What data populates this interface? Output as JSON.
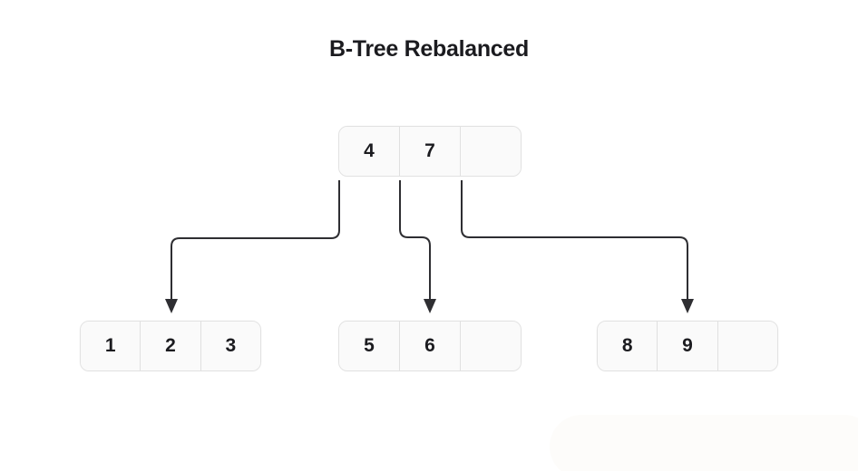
{
  "title": "B-Tree Rebalanced",
  "tree": {
    "root": {
      "keys": [
        "4",
        "7",
        ""
      ]
    },
    "children": [
      {
        "keys": [
          "1",
          "2",
          "3"
        ]
      },
      {
        "keys": [
          "5",
          "6",
          ""
        ]
      },
      {
        "keys": [
          "8",
          "9",
          ""
        ]
      }
    ]
  },
  "colors": {
    "background": "#ffffff",
    "node_fill": "#fafafa",
    "node_border": "#e2e2e2",
    "cell_divider": "#e0e0e0",
    "connector": "#2e2e32",
    "text": "#1b1b1f"
  }
}
